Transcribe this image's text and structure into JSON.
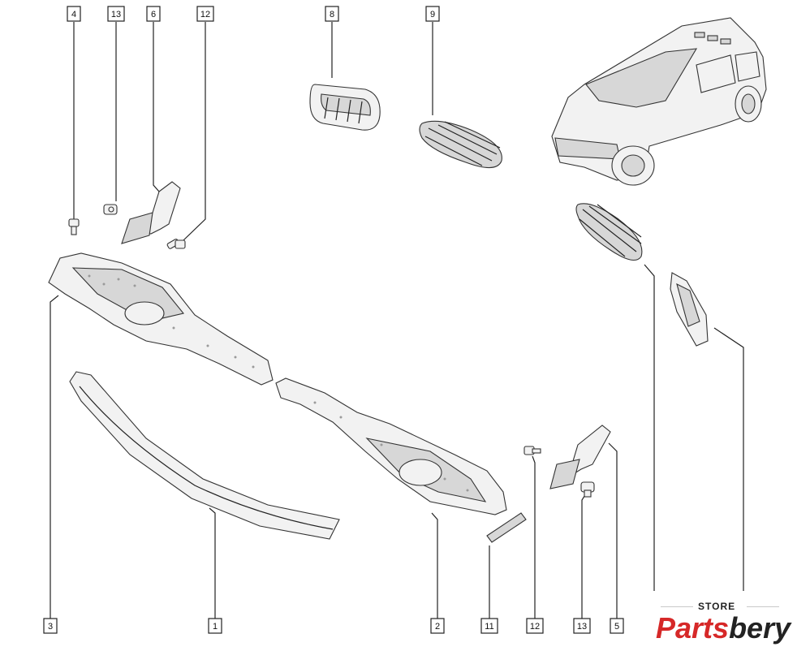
{
  "callouts": [
    {
      "id": "c4-top",
      "label": "4"
    },
    {
      "id": "c13-top",
      "label": "13"
    },
    {
      "id": "c6",
      "label": "6"
    },
    {
      "id": "c12-top",
      "label": "12"
    },
    {
      "id": "c8",
      "label": "8"
    },
    {
      "id": "c9",
      "label": "9"
    },
    {
      "id": "c3",
      "label": "3"
    },
    {
      "id": "c1",
      "label": "1"
    },
    {
      "id": "c2",
      "label": "2"
    },
    {
      "id": "c11",
      "label": "11"
    },
    {
      "id": "c12-bottom",
      "label": "12"
    },
    {
      "id": "c13-bottom",
      "label": "13"
    },
    {
      "id": "c5",
      "label": "5"
    }
  ],
  "logo": {
    "store": "STORE",
    "brand_part1": "Parts",
    "brand_part2": "bery"
  }
}
